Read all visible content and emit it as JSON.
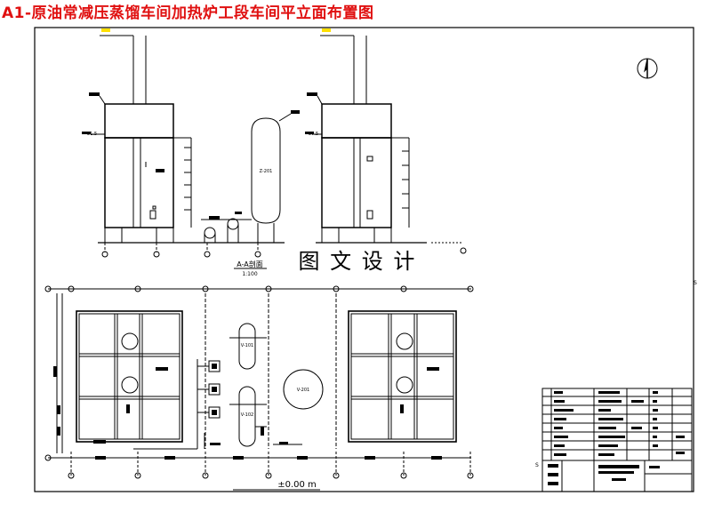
{
  "title": "A1-原油常减压蒸馏车间加热炉工段车间平立面布置图",
  "watermark": "图 文 设 计",
  "section": {
    "label": "A-A剖面",
    "scale": "1:100"
  },
  "datum": "±0.00 m",
  "equipment": {
    "tower": "Z-201",
    "tank_top": "V-101",
    "tank_bottom": "V-102",
    "tank_round": "V-201"
  },
  "elev": {
    "left": "21.5",
    "right": "21.5"
  },
  "colors": {
    "title": "#e01010",
    "line": "#000000",
    "highlight": "#ffe000"
  }
}
